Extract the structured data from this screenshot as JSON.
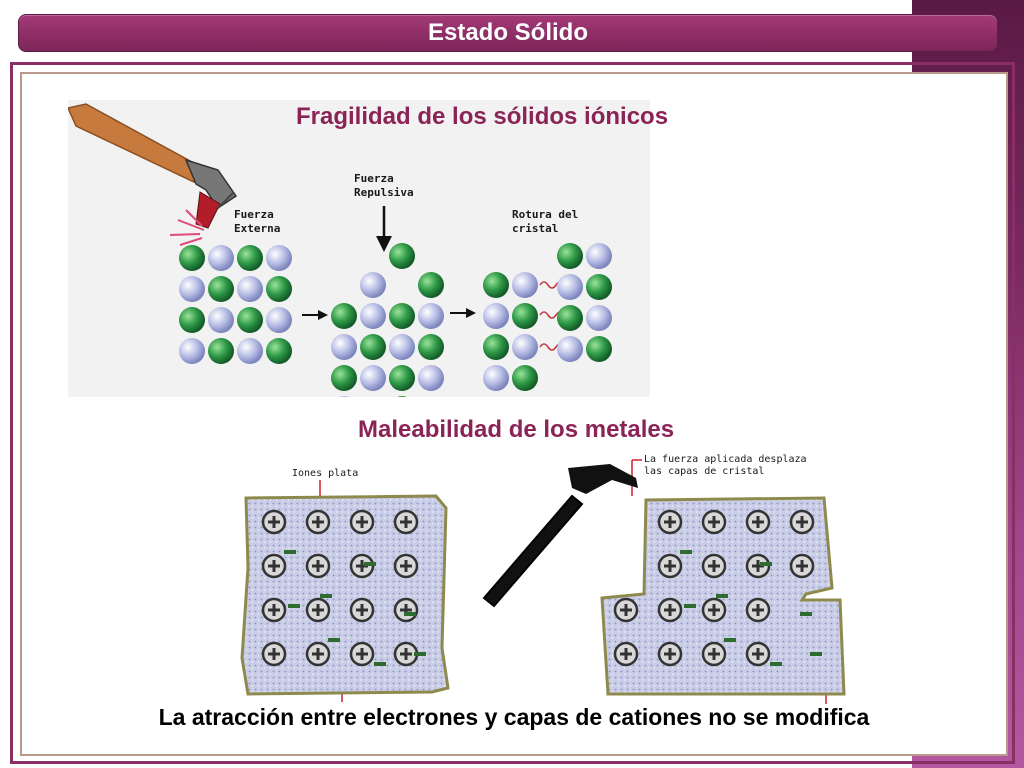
{
  "slide": {
    "title": "Estado Sólido",
    "heading_brittle": "Fragilidad de los sólidos iónicos",
    "heading_malleable": "Maleabilidad de los metales",
    "caption": "La atracción entre electrones y capas de cationes no se modifica"
  },
  "figure_ionic": {
    "label_external_line1": "Fuerza",
    "label_external_line2": "Externa",
    "label_repulsive_line1": "Fuerza",
    "label_repulsive_line2": "Repulsiva",
    "label_break_line1": "Rotura del",
    "label_break_line2": "cristal"
  },
  "figure_metal": {
    "label_ions": "Iones plata",
    "label_force_line1": "La fuerza aplicada desplaza",
    "label_force_line2": "las capas de cristal"
  },
  "colors": {
    "accent": "#8a2456",
    "title_bar": "#8e2e67",
    "band": "#7a2a63"
  }
}
